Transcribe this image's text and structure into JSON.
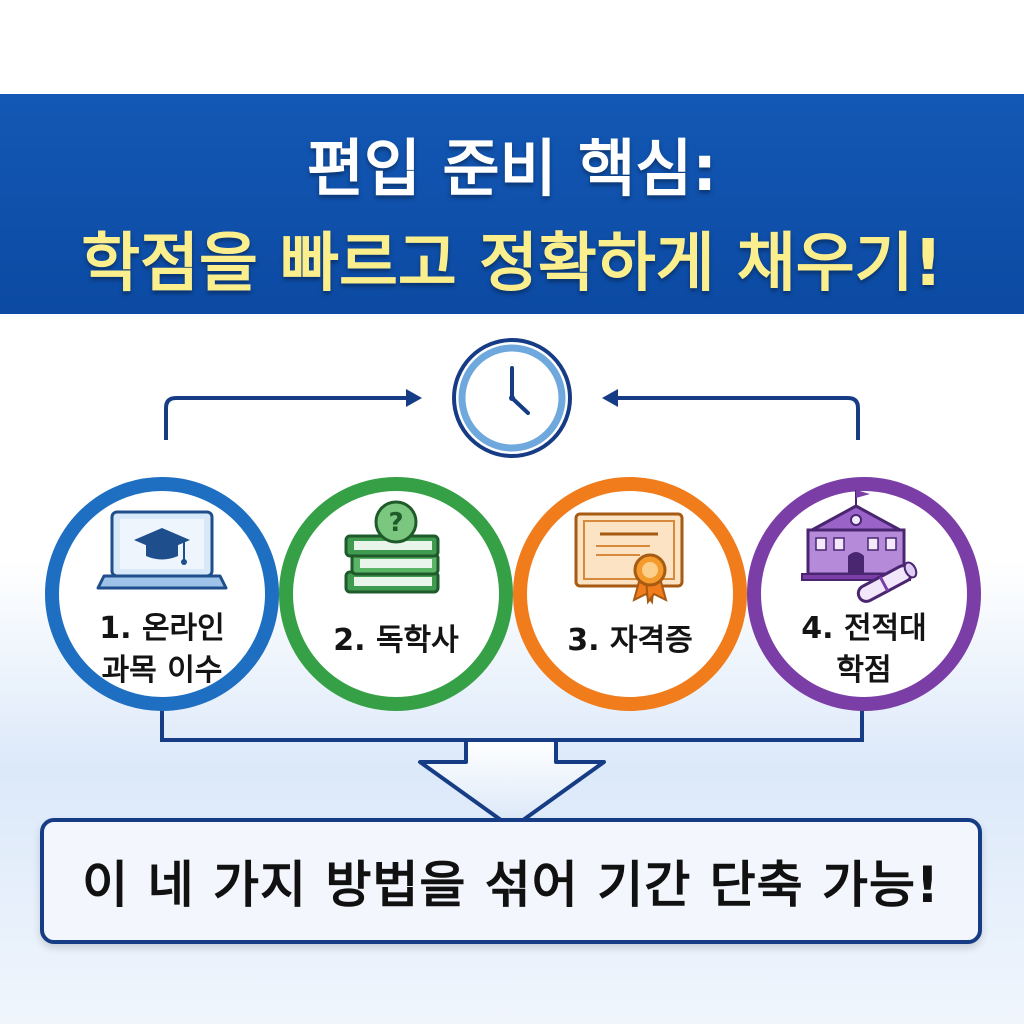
{
  "header": {
    "title_line1": "편입 준비 핵심:",
    "title_line2": "학점을 빠르고 정확하게 채우기!"
  },
  "steps": [
    {
      "label": "1. 온라인\n과목 이수",
      "color": "#1e6fc2",
      "icon": "laptop-graduation-cap-icon"
    },
    {
      "label": "2. 독학사",
      "color": "#35a046",
      "icon": "books-question-icon"
    },
    {
      "label": "3. 자격증",
      "color": "#f07c1c",
      "icon": "certificate-icon"
    },
    {
      "label": "4. 전적대\n학점",
      "color": "#7a3ea6",
      "icon": "university-diploma-icon"
    }
  ],
  "center_icon": "clock-icon",
  "conclusion": "이 네 가지 방법을 섞어 기간 단축 가능!",
  "colors": {
    "banner": "#0f52ad",
    "title_line2": "#fbef8d",
    "connector": "#163c85",
    "arrow_fill": "#e7f0fb"
  }
}
